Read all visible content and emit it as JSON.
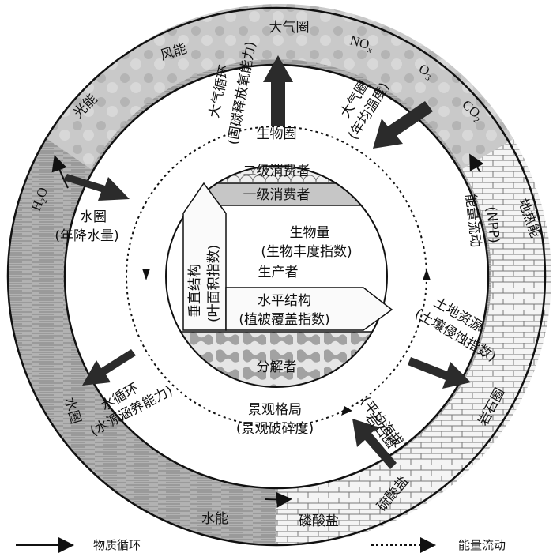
{
  "spheres": {
    "atmosphere": "大气圈",
    "hydrosphere": "水圈",
    "lithosphere": "岩石圈",
    "biosphere": "生物圈"
  },
  "outer_ring_labels": {
    "light_energy": "光能",
    "wind_energy": "风能",
    "geothermal_energy": "地热能",
    "hydro_energy": "水能",
    "phosphate": "磷酸盐",
    "sulfate": "硫酸盐",
    "nox": "NO",
    "nox_sub": "x",
    "ozone": "O",
    "ozone_sub": "3",
    "co2": "CO",
    "co2_sub": "2",
    "water": "H",
    "water_sub": "2",
    "water_tail": "O"
  },
  "middle_ring_labels": {
    "atmos_cycle_1": "大气循环",
    "atmos_cycle_2": "(固碳释放氧能力)",
    "atmos_temp_1": "大气圈",
    "atmos_temp_2": "(年均温度)",
    "hydro_precip_1": "水圈",
    "hydro_precip_2": "(年降水量)",
    "water_cycle_1": "水循环",
    "water_cycle_2": "(水源涵养能力)",
    "landscape_1": "景观格局",
    "landscape_2": "(景观破碎度)",
    "rock_elev_1": "岩石圈",
    "rock_elev_2": "(平均海拔)",
    "land_res_1": "土地资源",
    "land_res_2": "(土壤侵蚀指数)",
    "energy_flow_1": "能量流动",
    "energy_flow_2": "(NPP)"
  },
  "inner_labels": {
    "secondary_consumer": "二级消费者",
    "primary_consumer": "一级消费者",
    "biomass_1": "生物量",
    "biomass_2": "(生物丰度指数)",
    "producer": "生产者",
    "vertical_1": "垂直结构",
    "vertical_2": "(叶面积指数)",
    "horizontal_1": "水平结构",
    "horizontal_2": "(植被覆盖指数)",
    "decomposer": "分解者"
  },
  "legend": {
    "material_cycle": "物质循环",
    "energy_flow": "能量流动"
  },
  "colors": {
    "dark_arrow": "#2b2b2b",
    "ring_outline": "#111111",
    "atmosphere_fill": "#bdbdbd",
    "hydrosphere_fill": "#a6a6a6",
    "lithosphere_fill": "#f2f2f2",
    "band_fill": "#c8c8c8"
  }
}
